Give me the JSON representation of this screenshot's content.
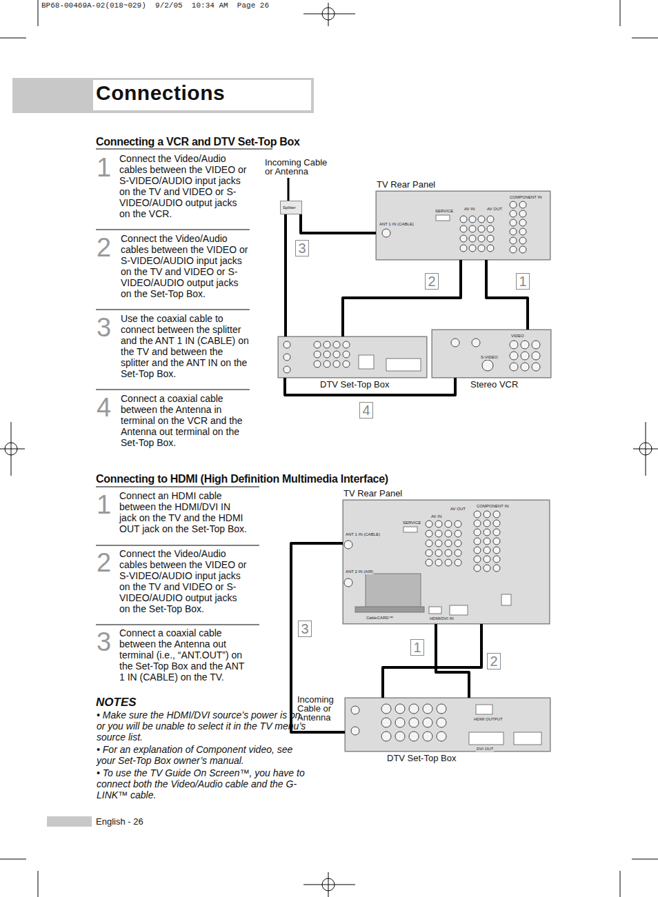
{
  "diagram": {
    "title": "Connections",
    "nodes": [
      {
        "text": [
          "Splitter"
        ]
      },
      {
        "text": [
          "TV Rear Panel"
        ]
      },
      {
        "text": [
          "DTV Set-Top Box"
        ]
      },
      {
        "text": [
          "Stereo VCR"
        ]
      },
      {
        "text": [
          "TV Rear Panel"
        ]
      },
      {
        "text": [
          "DTV Set-Top Box"
        ]
      }
    ],
    "edges": [
      {
        "from": 0,
        "to": 1,
        "arrow": "none",
        "label": "3"
      },
      {
        "from": 0,
        "to": 2,
        "arrow": "none"
      },
      {
        "from": 3,
        "to": 1,
        "arrow": "none",
        "label": "1"
      },
      {
        "from": 2,
        "to": 1,
        "arrow": "none",
        "label": "2"
      },
      {
        "from": 2,
        "to": 3,
        "arrow": "none",
        "label": "4"
      },
      {
        "from": 5,
        "to": 4,
        "arrow": "none",
        "label": "1"
      },
      {
        "from": 5,
        "to": 4,
        "arrow": "none",
        "label": "2"
      },
      {
        "from": 5,
        "to": 4,
        "arrow": "none",
        "label": "3"
      }
    ],
    "labels": [
      "BP68-00469A-02(018~029)  9/2/05  10:34 AM  Page 26",
      "Connecting a VCR and DTV Set-Top Box",
      "1",
      "Connect the Video/Audio cables between the VIDEO or S-VIDEO/AUDIO input jacks on the TV and VIDEO or S-VIDEO/AUDIO output jacks on the VCR.",
      "2",
      "Connect the Video/Audio cables between the VIDEO or S-VIDEO/AUDIO input jacks on the TV and VIDEO or S-VIDEO/AUDIO output jacks on the Set-Top Box.",
      "3",
      "Use the coaxial cable to connect between the splitter and the ANT 1 IN (CABLE) on the TV and between the splitter and the ANT IN on the Set-Top Box.",
      "4",
      "Connect a coaxial cable between the Antenna in terminal on the VCR and the Antenna out terminal on the Set-Top Box.",
      "Incoming Cable or Antenna",
      "Connecting to HDMI (High Definition Multimedia Interface)",
      "1",
      "Connect an HDMI cable between the HDMI/DVI IN jack on the TV and the HDMI OUT jack on the Set-Top Box.",
      "2",
      "Connect the Video/Audio cables between the VIDEO or S-VIDEO/AUDIO input jacks on the TV and VIDEO or S-VIDEO/AUDIO output jacks on the Set-Top Box.",
      "3",
      "Connect a coaxial cable between the Antenna out terminal (i.e., “ANT.OUT”) on the Set-Top Box and the ANT 1 IN (CABLE) on the TV.",
      "NOTES",
      "• Make sure the HDMI/DVI source’s power is on, or you will be unable to select it in the TV menu’s source list.",
      "• For an explanation of Component video, see your Set-Top Box owner’s manual.",
      "• To use the TV Guide On Screen™, you have to connect both the Video/Audio cable and the G-LINK™ cable.",
      "Incoming Cable or Antenna",
      "English - 26",
      "ANT 1 IN (CABLE)",
      "SERVICE",
      "AV IN",
      "AV OUT",
      "COMPONENT IN",
      "ANT 1 IN (CABLE)",
      "ANT 2 IN (AIR)",
      "SERVICE",
      "AV IN",
      "AV OUT",
      "COMPONENT IN",
      "HDMI/DVI IN",
      "CableCARD™",
      "HDMI OUTPUT",
      "DVI OUT",
      "VIDEO",
      "S-VIDEO"
    ]
  }
}
